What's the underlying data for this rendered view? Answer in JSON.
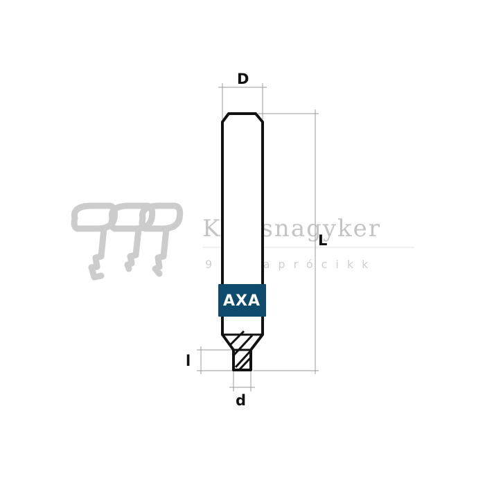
{
  "watermark": {
    "title": "Kulcsnagyker",
    "subtitle": "999 aprócikk",
    "color": "#c4c4c4"
  },
  "brand": {
    "label": "AXA",
    "background": "#0e4a6b",
    "text_color": "#ffffff"
  },
  "dimensions": {
    "diameter_shank": "D",
    "total_length": "L",
    "cutting_length": "l",
    "cutting_diameter": "d"
  },
  "colors": {
    "outline": "#111111",
    "dimension_line": "#9a9a9a"
  }
}
